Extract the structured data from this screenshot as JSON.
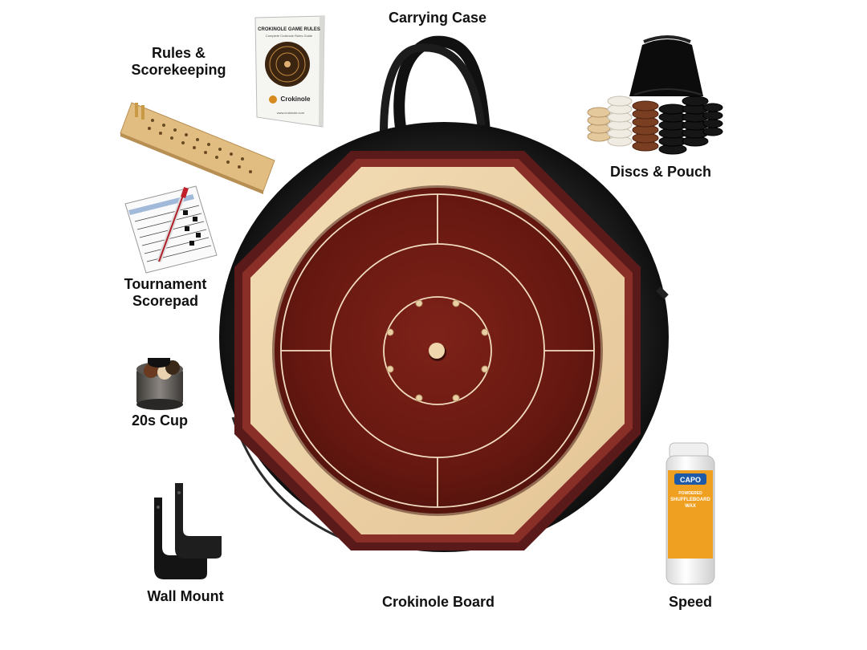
{
  "labels": {
    "carrying_case": "Carrying Case",
    "rules_line1": "Rules &",
    "rules_line2": "Scorekeeping",
    "discs_pouch": "Discs & Pouch",
    "tournament_line1": "Tournament",
    "tournament_line2": "Scorepad",
    "cup": "20s Cup",
    "wall_mount": "Wall Mount",
    "board": "Crokinole Board",
    "speed": "Speed"
  },
  "rulebook": {
    "title": "CROKINOLE GAME RULES",
    "subtitle": "Complete Crokinole Rules Guide",
    "brand": "Crokinole",
    "url": "www.crokinole.com"
  },
  "wax": {
    "brand": "CAPO",
    "line1": "POWDERED",
    "line2": "SHUFFLEBOARD",
    "line3": "WAX"
  },
  "colors": {
    "board_wood": "#6b1a14",
    "board_maple": "#ecd2a9",
    "board_rail": "#5a1a1a",
    "case": "#141414",
    "wax_label": "#f0a020",
    "wax_brand": "#1e5aa8"
  }
}
